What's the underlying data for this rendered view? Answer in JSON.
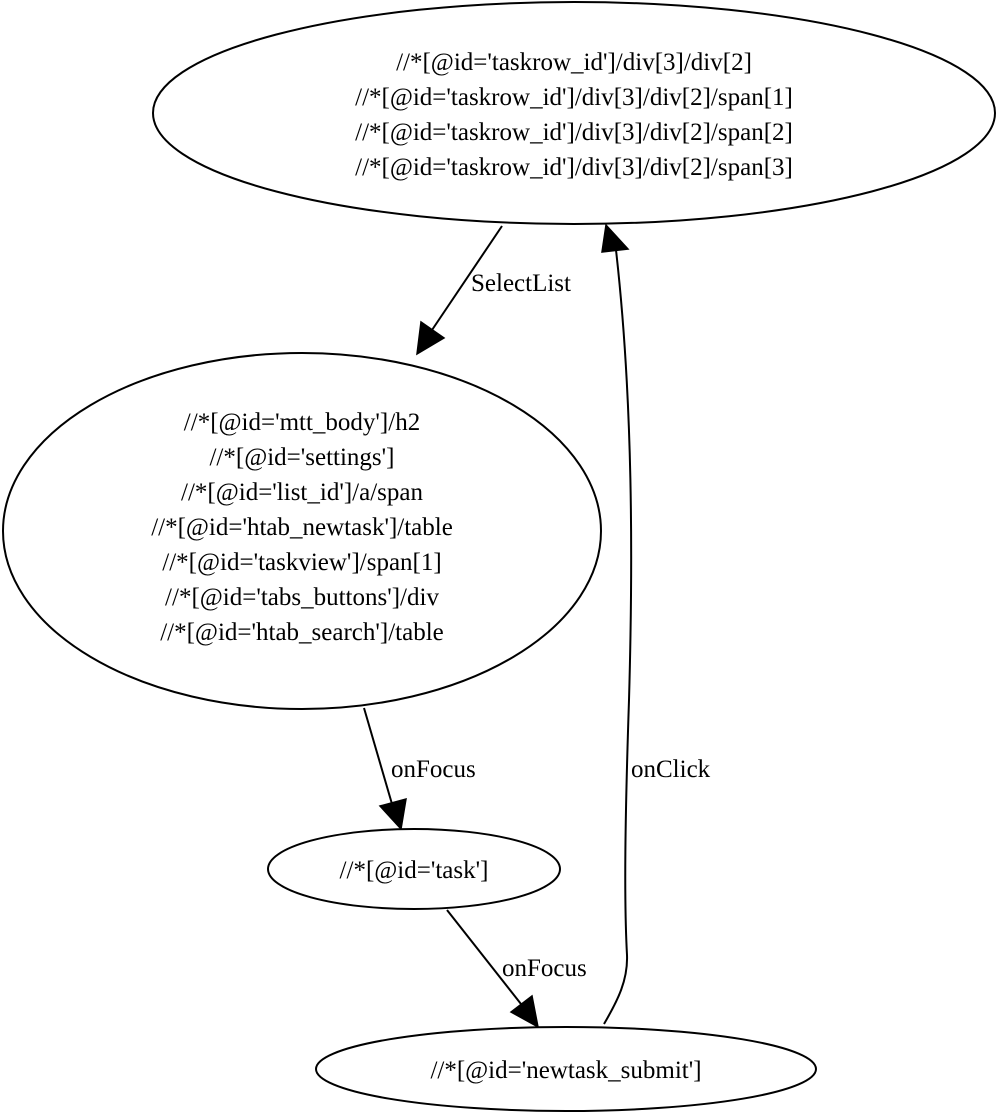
{
  "nodes": {
    "taskrow": {
      "lines": [
        "//*[@id='taskrow_id']/div[3]/div[2]",
        "//*[@id='taskrow_id']/div[3]/div[2]/span[1]",
        "//*[@id='taskrow_id']/div[3]/div[2]/span[2]",
        "//*[@id='taskrow_id']/div[3]/div[2]/span[3]"
      ]
    },
    "mtt_body": {
      "lines": [
        "//*[@id='mtt_body']/h2",
        "//*[@id='settings']",
        "//*[@id='list_id']/a/span",
        "//*[@id='htab_newtask']/table",
        "//*[@id='taskview']/span[1]",
        "//*[@id='tabs_buttons']/div",
        "//*[@id='htab_search']/table"
      ]
    },
    "task": {
      "lines": [
        "//*[@id='task']"
      ]
    },
    "newtask_submit": {
      "lines": [
        "//*[@id='newtask_submit']"
      ]
    }
  },
  "edges": {
    "taskrow_to_mtt_body": {
      "label": "SelectList"
    },
    "mtt_body_to_task": {
      "label": "onFocus"
    },
    "task_to_newtask_submit": {
      "label": "onFocus"
    },
    "newtask_submit_to_taskrow": {
      "label": "onClick"
    }
  }
}
